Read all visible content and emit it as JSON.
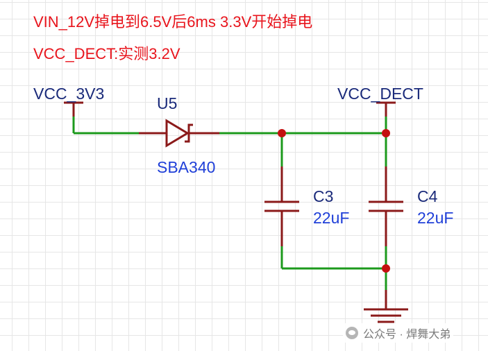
{
  "notes": {
    "line1": "VIN_12V掉电到6.5V后6ms 3.3V开始掉电",
    "line2": "VCC_DECT:实测3.2V"
  },
  "nets": {
    "input": "VCC_3V3",
    "output": "VCC_DECT"
  },
  "components": {
    "diode": {
      "ref": "U5",
      "value": "SBA340"
    },
    "cap1": {
      "ref": "C3",
      "value": "22uF"
    },
    "cap2": {
      "ref": "C4",
      "value": "22uF"
    }
  },
  "watermark": {
    "text": "公众号 · 焊舞大弟",
    "icon": "wechat-icon"
  },
  "colors": {
    "wire": "#1c9a1c",
    "component": "#8b1a1a",
    "junction": "#c41010",
    "annotation": "#e8141c",
    "net_label": "#1a2a7a",
    "value_label": "#1f3fd8"
  }
}
